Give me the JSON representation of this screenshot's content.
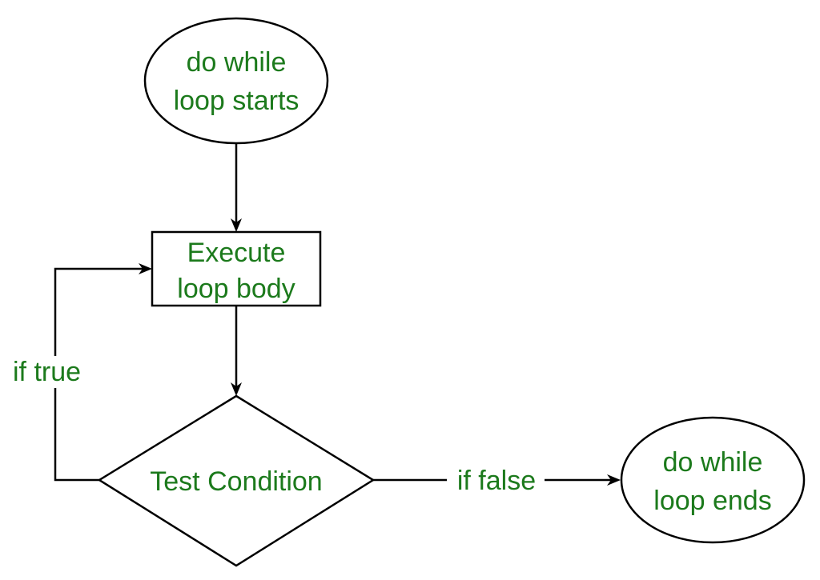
{
  "diagram": {
    "text_color": "#1c7a1c",
    "line_color": "#000000",
    "nodes": {
      "start": {
        "line1": "do while",
        "line2": "loop starts"
      },
      "body": {
        "line1": "Execute",
        "line2": "loop body"
      },
      "condition": {
        "label": "Test Condition"
      },
      "end": {
        "line1": "do while",
        "line2": "loop ends"
      }
    },
    "edges": {
      "true_label": "if true",
      "false_label": "if false"
    }
  }
}
